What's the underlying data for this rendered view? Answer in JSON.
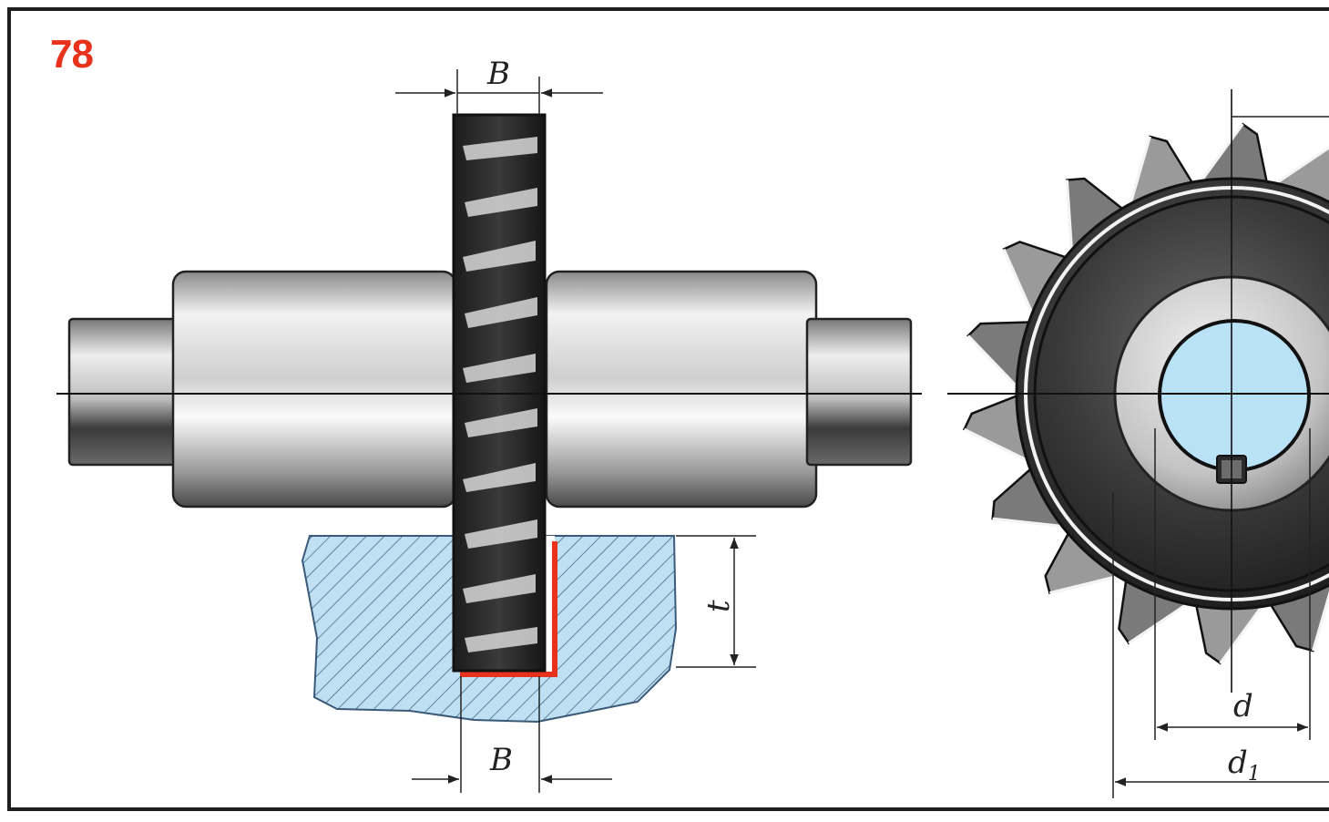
{
  "figure": {
    "number": "78",
    "number_color": "#e8321c"
  },
  "labels": {
    "cutter_width_top": "B",
    "cutter_width_bottom": "B",
    "depth_of_cut": "t",
    "bore_diameter": "d",
    "hub_diameter": "d",
    "hub_diameter_subscript": "1"
  },
  "colors": {
    "frame": "#1e1e1e",
    "workpiece_fill": "#bfe0f2",
    "hatch": "#3a5a78",
    "cut_edge": "#e8321c",
    "bore_fill": "#b9e2f6",
    "cutter_dark": "#2a2a2a",
    "arbor_light": "#e6e6e6"
  },
  "icons": {
    "arbor": "arbor-shaft-icon",
    "side_cutter": "side-milling-cutter-icon",
    "cutter_face": "cutter-face-view-icon"
  }
}
